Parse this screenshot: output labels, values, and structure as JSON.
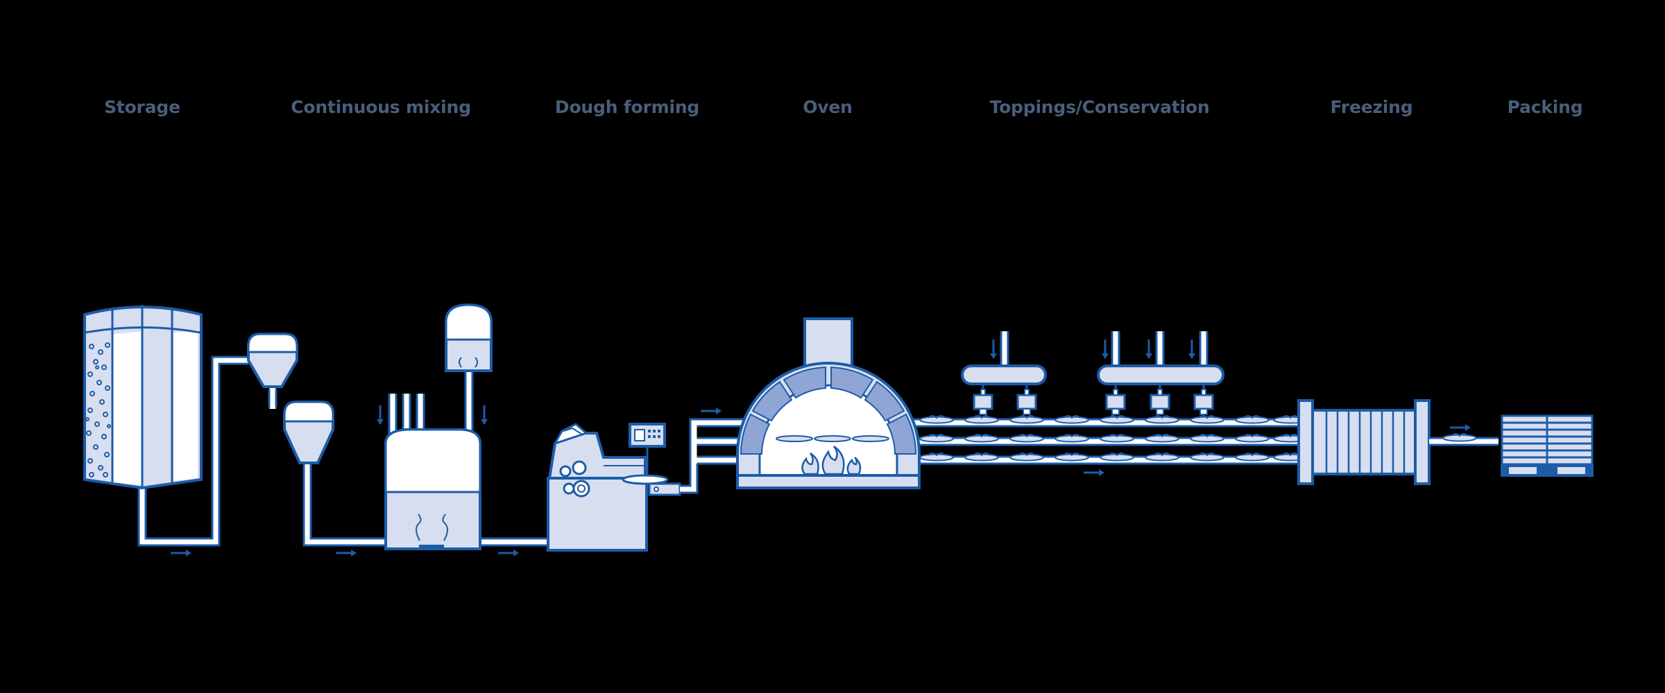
{
  "stages": [
    {
      "id": "storage",
      "label": "Storage"
    },
    {
      "id": "continuous-mixing",
      "label": "Continuous mixing"
    },
    {
      "id": "dough-forming",
      "label": "Dough forming"
    },
    {
      "id": "oven",
      "label": "Oven"
    },
    {
      "id": "toppings-conservation",
      "label": "Toppings/Conservation"
    },
    {
      "id": "freezing",
      "label": "Freezing"
    },
    {
      "id": "packing",
      "label": "Packing"
    }
  ],
  "colors": {
    "background": "#000000",
    "label": "#4a5e7c",
    "stroke": "#1c5ca8",
    "fill_light": "#d7def0",
    "fill_white": "#ffffff",
    "fill_mid": "#8fa5d4"
  }
}
